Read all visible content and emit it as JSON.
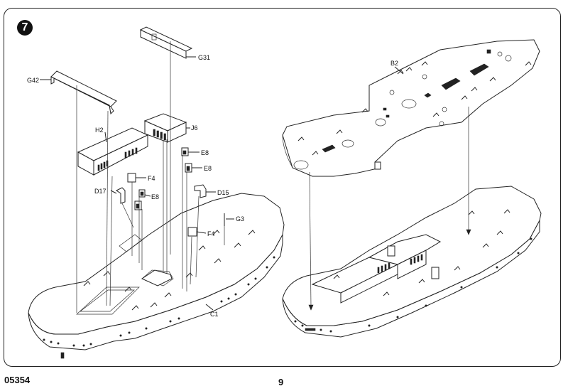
{
  "step": {
    "number": "7"
  },
  "footer": {
    "kit_code": "05354",
    "page_number": "9"
  },
  "labels": {
    "g31": "G31",
    "g42": "G42",
    "j6": "J6",
    "h2": "H2",
    "e8_top": "E8",
    "e8_mid": "E8",
    "f4_top": "F4",
    "e8_left": "E8",
    "d17": "D17",
    "d15": "D15",
    "g3": "G3",
    "f4_bottom": "F4",
    "c1": "C1",
    "b2": "B2"
  }
}
